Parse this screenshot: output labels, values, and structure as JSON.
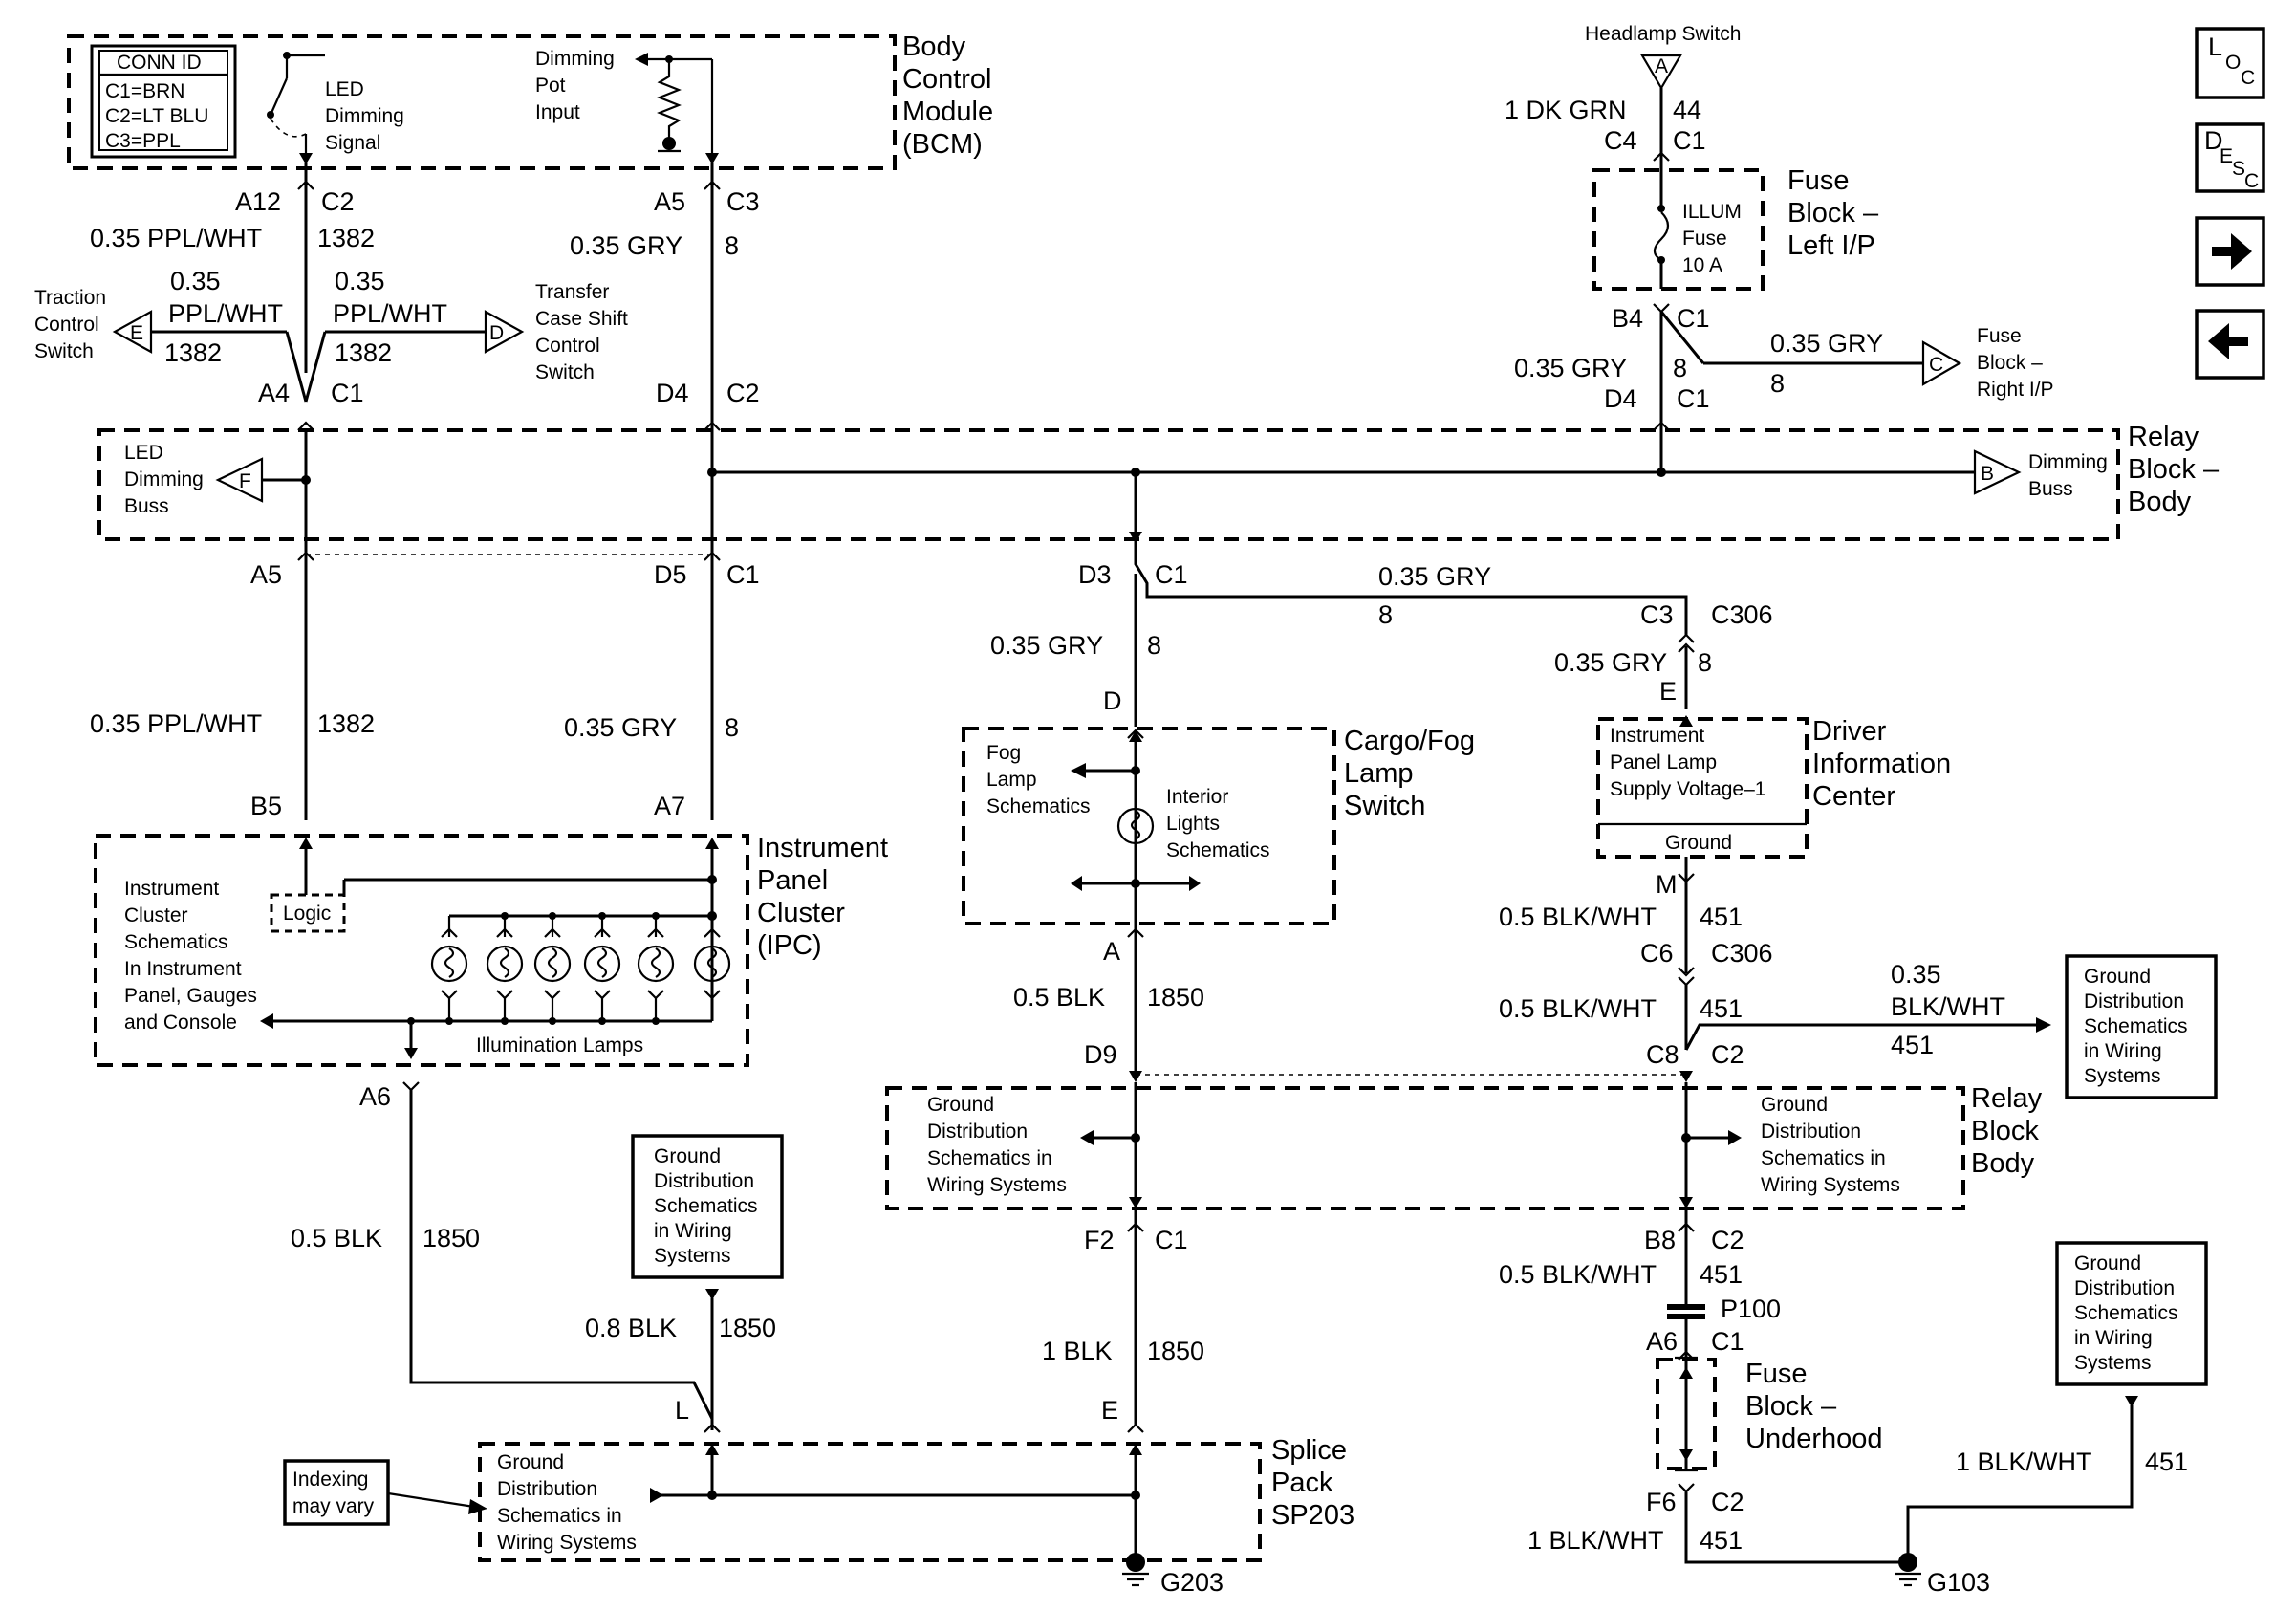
{
  "nav": {
    "loc_main": "L",
    "loc_sub": "O",
    "loc_sub2": "C",
    "desc_main": "D",
    "desc_sub": "E",
    "desc_sub2": "S",
    "desc_sub3": "C",
    "next_icon": "arrow-right-icon",
    "prev_icon": "arrow-left-icon"
  },
  "modules": {
    "bcm": {
      "name_1": "Body",
      "name_2": "Control",
      "name_3": "Module",
      "name_4": "(BCM)"
    },
    "conn_id": {
      "title": "CONN ID",
      "c1": "C1=BRN",
      "c2": "C2=LT BLU",
      "c3": "C3=PPL"
    },
    "led_signal": {
      "l1": "LED",
      "l2": "Dimming",
      "l3": "Signal"
    },
    "pot_input": {
      "l1": "Dimming",
      "l2": "Pot",
      "l3": "Input"
    },
    "headlamp_switch": "Headlamp Switch",
    "fuse_block_left": {
      "l1": "Fuse",
      "l2": "Block –",
      "l3": "Left I/P"
    },
    "illum_fuse": {
      "l1": "ILLUM",
      "l2": "Fuse",
      "l3": "10 A"
    },
    "relay_block_top": {
      "l1": "Relay",
      "l2": "Block –",
      "l3": "Body"
    },
    "led_dimming_buss": {
      "l1": "LED",
      "l2": "Dimming",
      "l3": "Buss"
    },
    "dimming_buss": {
      "l1": "Dimming",
      "l2": "Buss"
    },
    "traction": {
      "l1": "Traction",
      "l2": "Control",
      "l3": "Switch"
    },
    "transfer": {
      "l1": "Transfer",
      "l2": "Case Shift",
      "l3": "Control",
      "l4": "Switch"
    },
    "fuse_right": {
      "l1": "Fuse",
      "l2": "Block –",
      "l3": "Right I/P"
    },
    "ipc": {
      "l1": "Instrument",
      "l2": "Panel",
      "l3": "Cluster",
      "l4": "(IPC)"
    },
    "ipc_text": {
      "l1": "Instrument",
      "l2": "Cluster",
      "l3": "Schematics",
      "l4": "In Instrument",
      "l5": "Panel, Gauges",
      "l6": "and Console"
    },
    "logic": "Logic",
    "illumination_lamps": "Illumination Lamps",
    "cargo": {
      "l1": "Cargo/Fog",
      "l2": "Lamp",
      "l3": "Switch"
    },
    "fog": {
      "l1": "Fog",
      "l2": "Lamp",
      "l3": "Schematics"
    },
    "interior": {
      "l1": "Interior",
      "l2": "Lights",
      "l3": "Schematics"
    },
    "dic": {
      "l1": "Driver",
      "l2": "Information",
      "l3": "Center"
    },
    "dic_text": {
      "l1": "Instrument",
      "l2": "Panel Lamp",
      "l3": "Supply Voltage–1",
      "ground": "Ground"
    },
    "relay_block_bottom": {
      "l1": "Relay",
      "l2": "Block",
      "l3": "Body"
    },
    "ground_dist": {
      "l1": "Ground",
      "l2": "Distribution",
      "l3": "Schematics in",
      "l4": "Wiring Systems"
    },
    "ground_box": {
      "l1": "Ground",
      "l2": "Distribution",
      "l3": "Schematics",
      "l4": "in Wiring",
      "l5": "Systems"
    },
    "splice": {
      "l1": "Splice",
      "l2": "Pack",
      "l3": "SP203"
    },
    "indexing": {
      "l1": "Indexing",
      "l2": "may vary"
    },
    "fuse_underhood": {
      "l1": "Fuse",
      "l2": "Block –",
      "l3": "Underhood"
    }
  },
  "wires": {
    "g035_ppl_wht": "0.35 PPL/WHT",
    "g035": "0.35",
    "ppl_wht": "PPL/WHT",
    "c1382": "1382",
    "g035_gry": "0.35 GRY",
    "c8": "8",
    "g1_dk_grn": "1 DK GRN",
    "c44": "44",
    "g05_blk": "0.5 BLK",
    "c1850": "1850",
    "g08_blk": "0.8 BLK",
    "g1_blk": "1 BLK",
    "g05_blk_wht": "0.5 BLK/WHT",
    "c451": "451",
    "blk_wht": "BLK/WHT",
    "g1_blk_wht": "1 BLK/WHT"
  },
  "pins": {
    "A12": "A12",
    "C2": "C2",
    "A5": "A5",
    "C3": "C3",
    "A4": "A4",
    "C1": "C1",
    "D4": "D4",
    "C4": "C4",
    "B4": "B4",
    "D5": "D5",
    "B5": "B5",
    "A7": "A7",
    "A6": "A6",
    "D3": "D3",
    "D": "D",
    "A": "A",
    "D9": "D9",
    "F2": "F2",
    "E": "E",
    "L": "L",
    "C306": "C306",
    "M": "M",
    "C6": "C6",
    "C8": "C8",
    "B8": "B8",
    "P100": "P100",
    "F6": "F6",
    "G203": "G203",
    "G103": "G103",
    "tri_A": "A",
    "tri_B": "B",
    "tri_C": "C",
    "tri_D": "D",
    "tri_E": "E",
    "tri_F": "F"
  }
}
